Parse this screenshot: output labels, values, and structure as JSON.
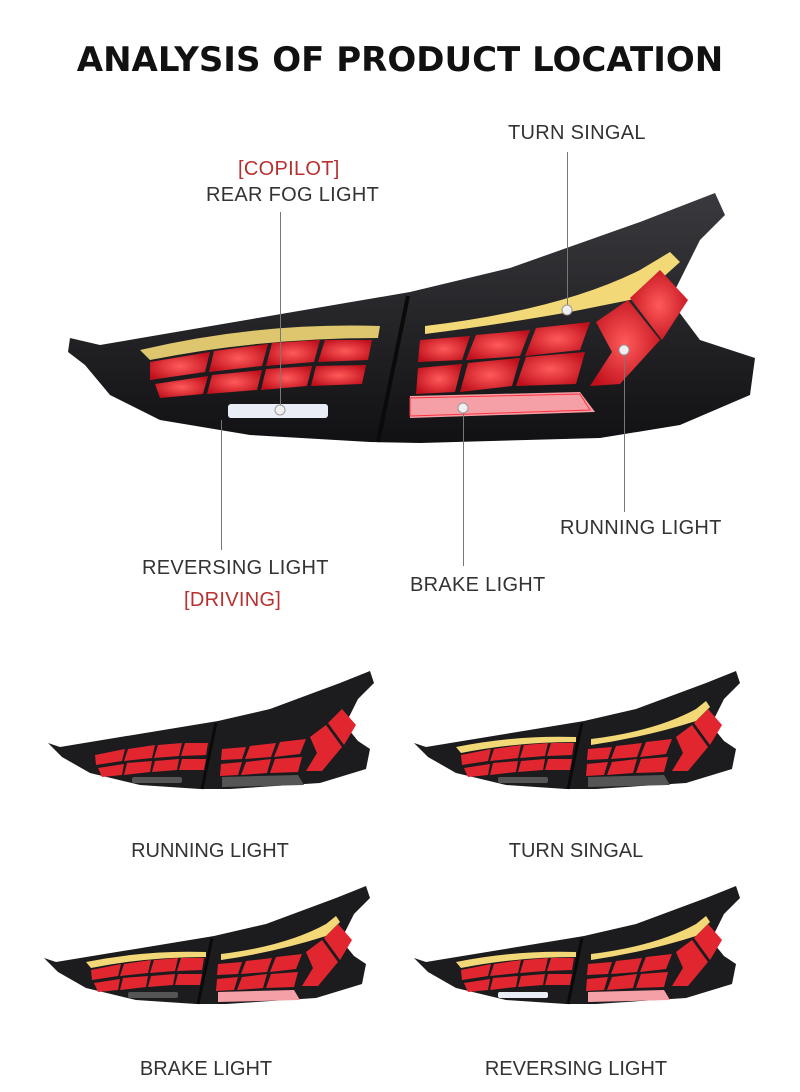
{
  "title": "ANALYSIS OF PRODUCT LOCATION",
  "main_labels": {
    "turn_signal": "TURN SINGAL",
    "copilot": "[COPILOT]",
    "rear_fog": "REAR FOG LIGHT",
    "running": "RUNNING LIGHT",
    "reversing": "REVERSING LIGHT",
    "driving": "[DRIVING]",
    "brake": "BRAKE LIGHT"
  },
  "variants": [
    {
      "caption": "RUNNING LIGHT",
      "mode": "running"
    },
    {
      "caption": "TURN SINGAL",
      "mode": "turn"
    },
    {
      "caption": "BRAKE LIGHT",
      "mode": "brake"
    },
    {
      "caption": "REVERSING LIGHT",
      "mode": "reverse"
    }
  ],
  "colors": {
    "led_red": "#e8222e",
    "housing": "#1b1b1d",
    "amber": "#f3d877",
    "accent_red": "#b8302f"
  }
}
